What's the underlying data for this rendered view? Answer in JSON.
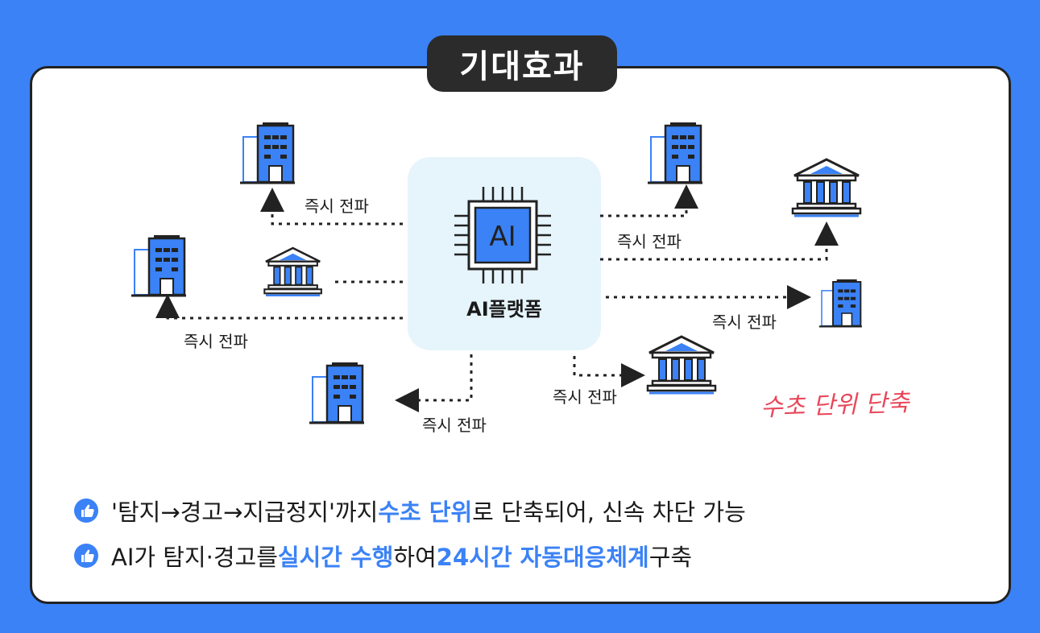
{
  "title": "기대효과",
  "platform": {
    "chip_text": "AI",
    "label": "AI플랫폼"
  },
  "propagation_label": "즉시 전파",
  "handwritten_note": "수초 단위 단축",
  "bullets": [
    {
      "parts": [
        "'탐지→경고→지급정지'까지 ",
        "수초 단위",
        "로 단축되어, 신속 차단 가능"
      ]
    },
    {
      "parts": [
        "AI가 탐지·경고를 ",
        "실시간 수행",
        "하여 ",
        "24시간 자동대응체계",
        " 구축"
      ]
    }
  ],
  "colors": {
    "background": "#3b82f6",
    "accent": "#3b82f6",
    "pill": "#2b2b2b",
    "platform_box": "#e6f4fb",
    "note": "#e8475a"
  },
  "icons": [
    "office-building-icon",
    "bank-icon",
    "ai-chip-icon",
    "thumbs-up-icon"
  ]
}
